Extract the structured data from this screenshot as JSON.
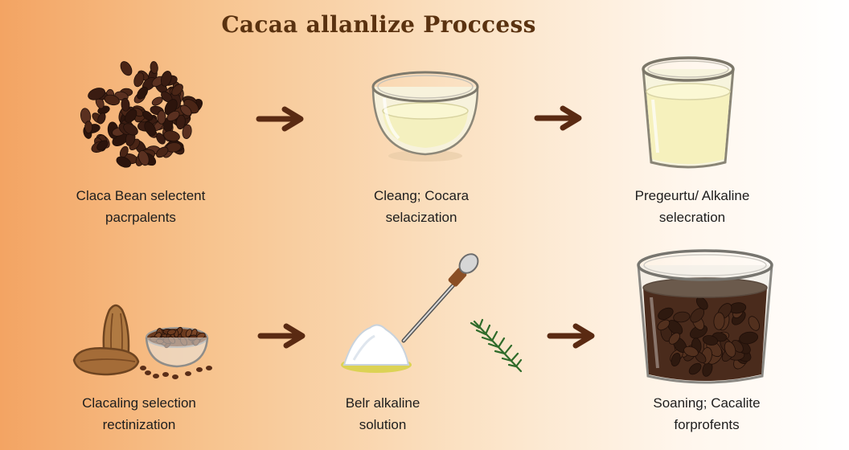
{
  "title": "Cacaa allanlize Proccess",
  "steps": [
    {
      "line1": "Claca Bean selectent",
      "line2": "pacrpalents",
      "icon": "cocoa-beans-pile-icon"
    },
    {
      "line1": "Cleang; Cocara",
      "line2": "selacization",
      "icon": "glass-bowl-icon"
    },
    {
      "line1": "Pregeurtu/ Alkaline",
      "line2": "selecration",
      "icon": "liquid-glass-icon"
    },
    {
      "line1": "Claca‌ling selection",
      "line2": "rectinization",
      "icon": "cocoa-pods-bowl-icon"
    },
    {
      "line1": "Belr alkaline",
      "line2": "solution",
      "icon": "alkaline-powder-icon"
    },
    {
      "line1": "Soaning; Cacalite",
      "line2": "forprofents",
      "icon": "soaking-cup-icon"
    }
  ],
  "colors": {
    "title": "#5a3210",
    "arrow": "#5a2a12",
    "bean": "#3a1c12",
    "liquid_pale": "#f6f3c4",
    "liquid_dark": "#4a2b1c"
  }
}
